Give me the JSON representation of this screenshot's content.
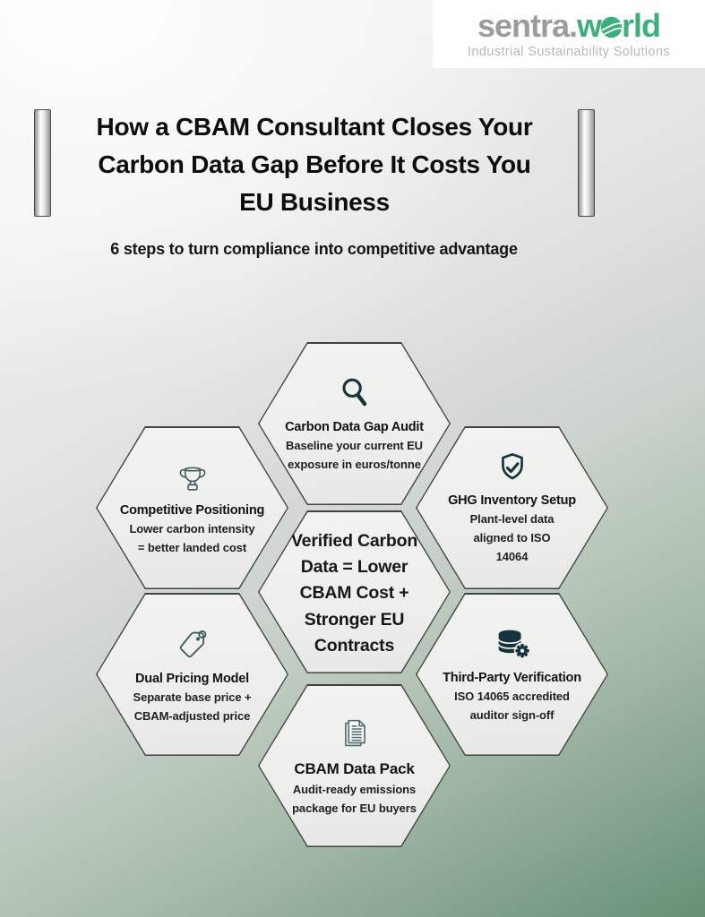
{
  "logo": {
    "brand_prefix": "sentra.",
    "brand_w": "w",
    "brand_suffix": "rld",
    "tagline": "Industrial Sustainability Solutions",
    "brand_green": "#3eae7c",
    "brand_gray": "#9c9c9c"
  },
  "header": {
    "title_line1": "How a CBAM Consultant Closes Your",
    "title_line2": "Carbon Data Gap Before It Costs You",
    "title_line3": "EU Business",
    "subtitle": "6 steps to turn compliance into competitive advantage"
  },
  "hexagons": {
    "audit": {
      "icon": "magnifier-icon",
      "title": "Carbon Data Gap Audit",
      "body": "Baseline your current EU\nexposure in euros/tonne"
    },
    "positioning": {
      "icon": "trophy-icon",
      "title": "Competitive Positioning",
      "body": "Lower carbon intensity\n= better landed cost"
    },
    "inventory": {
      "icon": "shield-check-icon",
      "title": "GHG Inventory Setup",
      "body": "Plant-level data\naligned to ISO\n14064"
    },
    "center": {
      "message": "Verified Carbon\nData = Lower\nCBAM Cost +\nStronger EU\nContracts"
    },
    "pricing": {
      "icon": "price-tag-icon",
      "title": "Dual Pricing Model",
      "body": "Separate base price +\nCBAM-adjusted price"
    },
    "verification": {
      "icon": "database-gear-icon",
      "title": "Third-Party Verification",
      "body": "ISO 14065 accredited\nauditor sign-off"
    },
    "datapack": {
      "icon": "document-icon",
      "title": "CBAM Data Pack",
      "body": "Audit-ready emissions\npackage for EU buyers"
    }
  },
  "colors": {
    "icon_teal": "#14333c",
    "icon_teal_light": "#3c585c",
    "hex_fill": "#f0f0ef",
    "background_green": "#7fa28c"
  }
}
